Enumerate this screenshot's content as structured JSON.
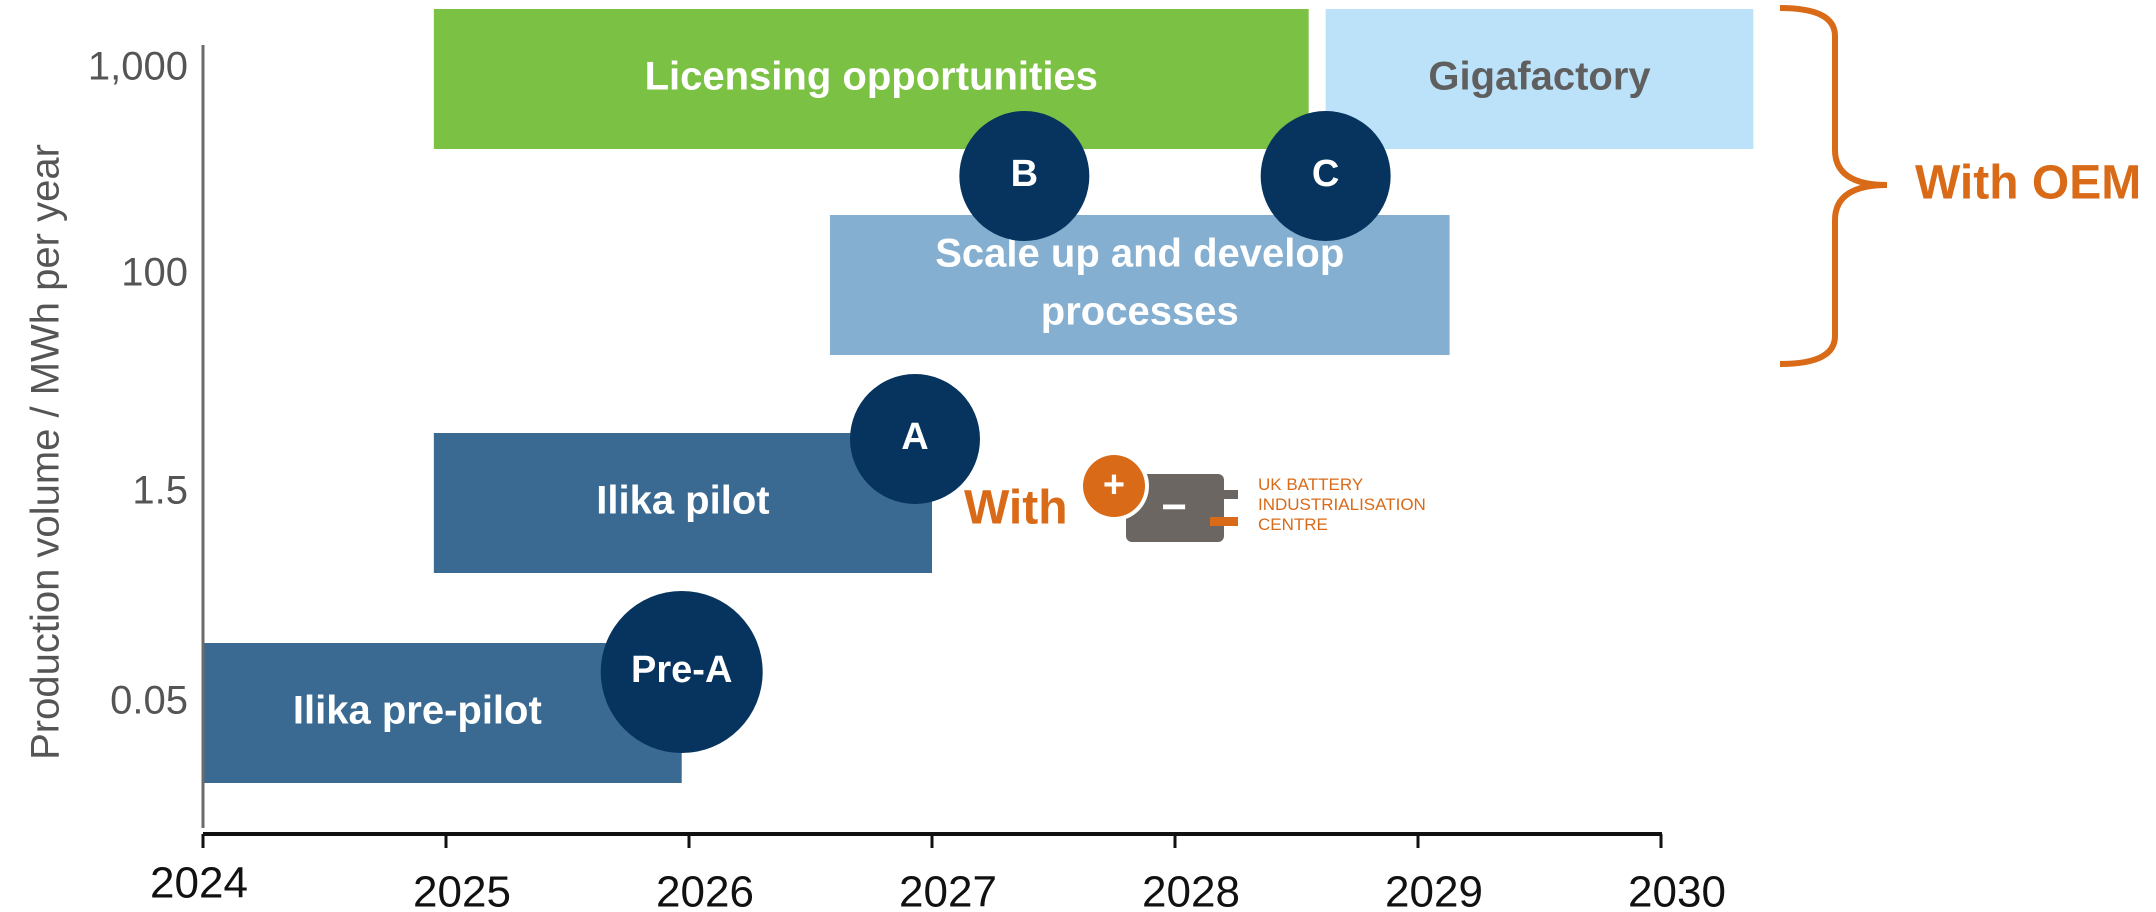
{
  "colors": {
    "dark_blue": "#3a6a91",
    "light_steel": "#84afd0",
    "green": "#7bc143",
    "pale_blue": "#bce2fa",
    "navy": "#06345f",
    "orange": "#d96a18",
    "gray": "#5f5f5f"
  },
  "chart_data": {
    "type": "timeline",
    "title": "",
    "xlabel": "",
    "ylabel": "Production volume / MWh per year",
    "x_ticks": [
      "2024",
      "2025",
      "2026",
      "2027",
      "2028",
      "2029",
      "2030"
    ],
    "y_ticks": [
      "1,000",
      "100",
      "1.5",
      "0.05"
    ],
    "grid": false,
    "bars": [
      {
        "label": [
          "Ilika pre-pilot"
        ],
        "level": "0.05",
        "start": 2024.0,
        "end": 2025.97,
        "color": "dark_blue",
        "text_color": "#ffffff"
      },
      {
        "label": [
          "Ilika pilot"
        ],
        "level": "1.5",
        "start": 2024.95,
        "end": 2027.0,
        "color": "dark_blue",
        "text_color": "#ffffff"
      },
      {
        "label": [
          "Scale up and develop",
          "processes"
        ],
        "level": "100",
        "start": 2026.58,
        "end": 2029.13,
        "color": "light_steel",
        "text_color": "#ffffff"
      },
      {
        "label": [
          "Licensing opportunities"
        ],
        "level": "1,000",
        "start": 2024.95,
        "end": 2028.55,
        "color": "green",
        "text_color": "#ffffff"
      },
      {
        "label": [
          "Gigafactory"
        ],
        "level": "1,000",
        "start": 2028.62,
        "end": 2030.38,
        "color": "pale_blue",
        "text_color": "#5f5f5f"
      }
    ],
    "milestones": [
      {
        "label": "Pre-A",
        "x": 2025.97,
        "level": "0.05"
      },
      {
        "label": "A",
        "x": 2026.93,
        "level": "1.5"
      },
      {
        "label": "B",
        "x": 2027.38,
        "level": "between 100 and 1,000"
      },
      {
        "label": "C",
        "x": 2028.62,
        "level": "between 100 and 1,000"
      }
    ],
    "annotations": {
      "with_oem": "With OEM",
      "with_ukbic_prefix": "With",
      "ukbic_lines": [
        "UK BATTERY",
        "INDUSTRIALISATION",
        "CENTRE"
      ],
      "plus_symbol": "+",
      "minus_symbol": "−"
    }
  }
}
